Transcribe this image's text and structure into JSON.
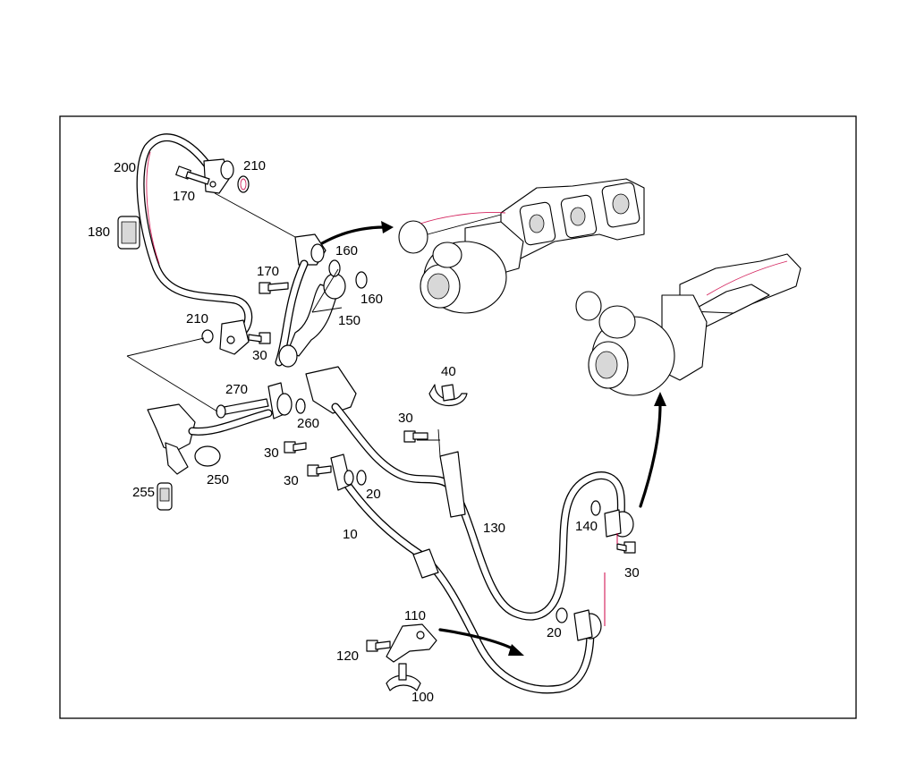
{
  "diagram": {
    "callouts": [
      {
        "id": "c200",
        "text": "200"
      },
      {
        "id": "c210a",
        "text": "210"
      },
      {
        "id": "c170a",
        "text": "170"
      },
      {
        "id": "c180",
        "text": "180"
      },
      {
        "id": "c160a",
        "text": "160"
      },
      {
        "id": "c170b",
        "text": "170"
      },
      {
        "id": "c160b",
        "text": "160"
      },
      {
        "id": "c150",
        "text": "150"
      },
      {
        "id": "c210b",
        "text": "210"
      },
      {
        "id": "c30a",
        "text": "30"
      },
      {
        "id": "c270",
        "text": "270"
      },
      {
        "id": "c260",
        "text": "260"
      },
      {
        "id": "c30b",
        "text": "30"
      },
      {
        "id": "c250",
        "text": "250"
      },
      {
        "id": "c255",
        "text": "255"
      },
      {
        "id": "c30c",
        "text": "30"
      },
      {
        "id": "c20a",
        "text": "20"
      },
      {
        "id": "c40",
        "text": "40"
      },
      {
        "id": "c30d",
        "text": "30"
      },
      {
        "id": "c10",
        "text": "10"
      },
      {
        "id": "c130",
        "text": "130"
      },
      {
        "id": "c140",
        "text": "140"
      },
      {
        "id": "c30e",
        "text": "30"
      },
      {
        "id": "c110",
        "text": "110"
      },
      {
        "id": "c120",
        "text": "120"
      },
      {
        "id": "c20b",
        "text": "20"
      },
      {
        "id": "c100",
        "text": "100"
      }
    ]
  }
}
